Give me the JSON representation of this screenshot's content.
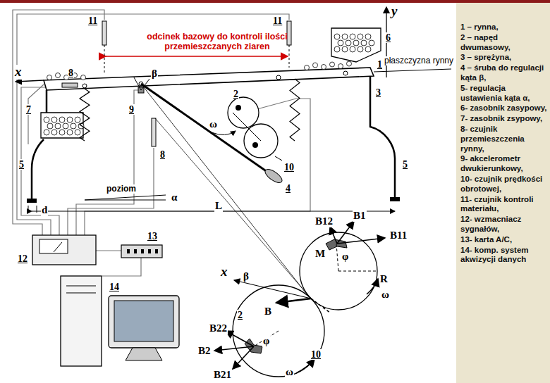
{
  "diagram": {
    "labels": [
      "odcinek bazowy do kontroli ilości przemieszczanych ziaren",
      "y",
      "x",
      "płaszczyzna rynny",
      "11",
      "11",
      "6",
      "8",
      "1",
      "β",
      "2",
      "3",
      "9",
      "8",
      "10",
      "ω",
      "4",
      "5",
      "5",
      "7",
      "poziom",
      "α",
      "d",
      "L",
      "12",
      "13",
      "14",
      "x",
      "β",
      "B",
      "B1",
      "B12",
      "B11",
      "M",
      "φ",
      "R",
      "ω",
      "2",
      "B22",
      "B2",
      "B21",
      "φ",
      "10",
      "ω",
      "1 – rynna,",
      "2 – napęd dwumasowy,",
      "3 – sprężyna,",
      "4 – śruba do regulacji kąta β,",
      "5- regulacja ustawienia kąta α,",
      "6- zasobnik zasypowy,",
      "7- zasobnik zsypowy,",
      "8- czujnik przemieszczenia rynny,",
      "9- akcelerometr dwukierunkowy,",
      "10- czujnik prędkości obrotowej,",
      "11- czujnik kontroli materiału,",
      "12- wzmacniacz sygnałów,",
      "13- karta A/C,",
      "14- komp. system akwizycji danych"
    ]
  }
}
